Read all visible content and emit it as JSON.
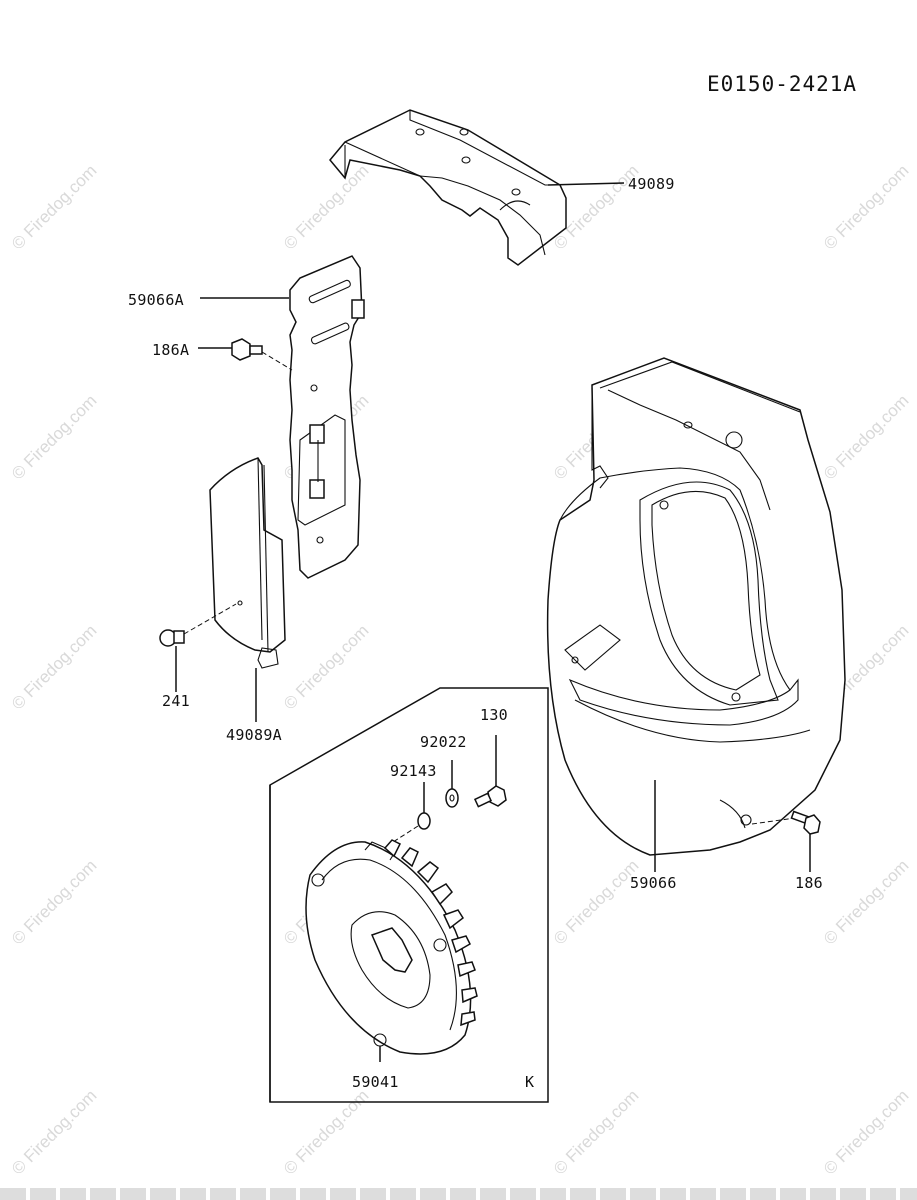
{
  "diagram_code": "E0150-2421A",
  "watermark_text": "© Firedog.com",
  "labels": {
    "p49089": "49089",
    "p59066A": "59066A",
    "p186A": "186A",
    "p241": "241",
    "p49089A": "49089A",
    "p130": "130",
    "p92022": "92022",
    "p92143": "92143",
    "p59066": "59066",
    "p186": "186",
    "p59041": "59041",
    "kit_k": "K"
  }
}
